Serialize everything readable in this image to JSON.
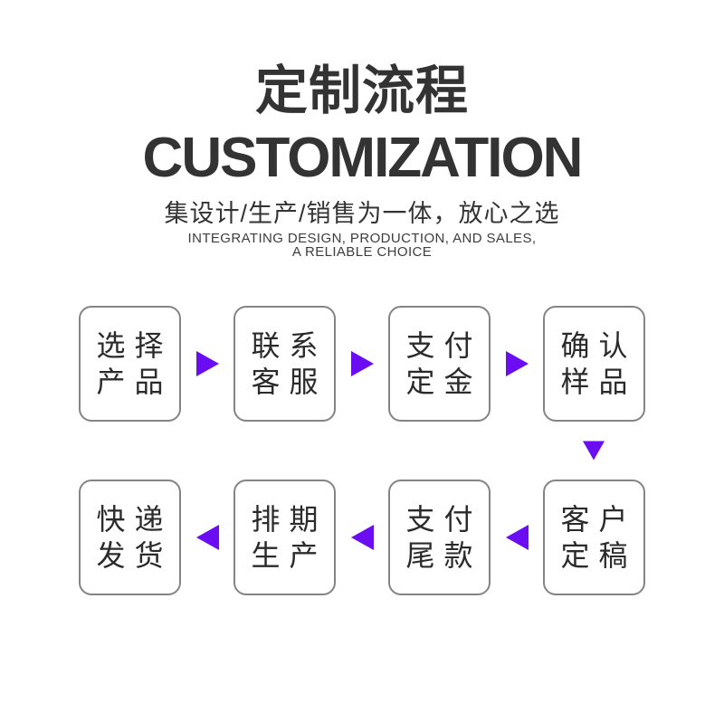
{
  "header": {
    "title_cn": "定制流程",
    "title_en": "CUSTOMIZATION",
    "subtitle_cn": "集设计/生产/销售为一体，放心之选",
    "subtitle_en_line1": "INTEGRATING DESIGN, PRODUCTION, AND SALES,",
    "subtitle_en_line2": "A RELIABLE CHOICE"
  },
  "flow": {
    "row1": [
      {
        "line1": "选择",
        "line2": "产品"
      },
      {
        "line1": "联系",
        "line2": "客服"
      },
      {
        "line1": "支付",
        "line2": "定金"
      },
      {
        "line1": "确认",
        "line2": "样品"
      }
    ],
    "row2": [
      {
        "line1": "快递",
        "line2": "发货"
      },
      {
        "line1": "排期",
        "line2": "生产"
      },
      {
        "line1": "支付",
        "line2": "尾款"
      },
      {
        "line1": "客户",
        "line2": "定稿"
      }
    ]
  },
  "colors": {
    "arrow": "#6a0df3",
    "title": "#333333",
    "box_border": "#848484",
    "box_text": "#2b2b2b"
  }
}
